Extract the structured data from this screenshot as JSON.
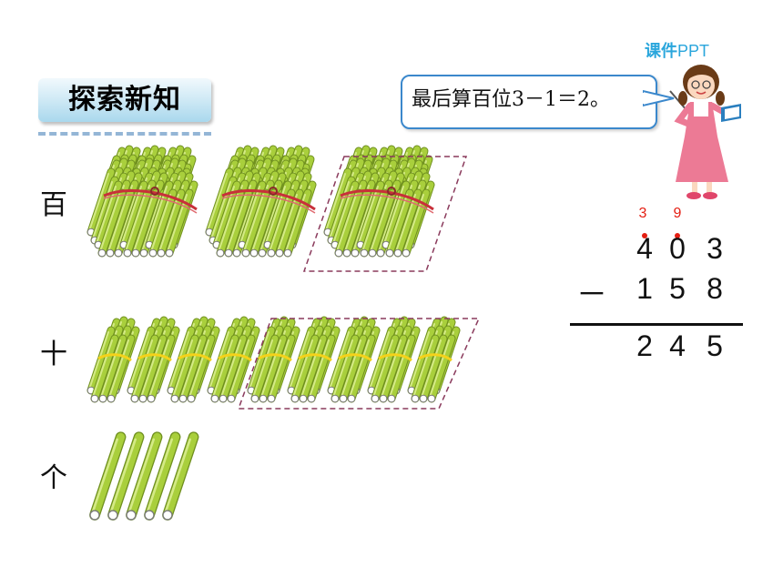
{
  "title": "探索新知",
  "brand": {
    "bold": "课件",
    "light": "PPT"
  },
  "bubble_text": "最后算百位3－1＝2。",
  "row_labels": {
    "hundreds": "百",
    "tens": "十",
    "ones": "个"
  },
  "sticks": {
    "hundred_bundles": 3,
    "ten_bundles": 9,
    "singles": 5,
    "hundred_bundles_boxed": 1,
    "ten_bundles_boxed": 5
  },
  "subtraction": {
    "borrow_marks": [
      "3",
      "9"
    ],
    "minuend": [
      "4",
      "0",
      "3"
    ],
    "operator": "－",
    "subtrahend": [
      "1",
      "5",
      "8"
    ],
    "result": [
      "2",
      "4",
      "5"
    ]
  },
  "colors": {
    "stick_green": "#a9cf3c",
    "tie_red": "#c8303a",
    "tie_yellow": "#f5d21a",
    "dashed_box": "#8a3a5c",
    "accent_red": "#e41e12",
    "bubble_border": "#3b88cc"
  }
}
